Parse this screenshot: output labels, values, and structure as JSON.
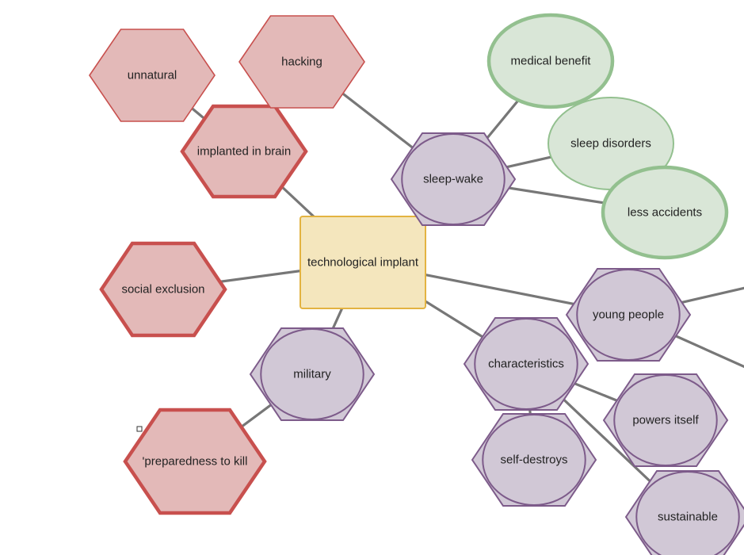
{
  "diagram": {
    "nodes": [
      {
        "id": "center",
        "label": "technological implant",
        "kind": "center"
      },
      {
        "id": "implanted-in-brain",
        "label": "implanted in brain",
        "kind": "negative-bold"
      },
      {
        "id": "unnatural",
        "label": "unnatural",
        "kind": "negative"
      },
      {
        "id": "hacking",
        "label": "hacking",
        "kind": "negative"
      },
      {
        "id": "social-exclusion",
        "label": "social exclusion",
        "kind": "negative-bold"
      },
      {
        "id": "military",
        "label": "military",
        "kind": "neutral"
      },
      {
        "id": "preparedness-to-kill",
        "label": "'preparedness to kill",
        "kind": "negative-bold"
      },
      {
        "id": "sleep-wake",
        "label": "sleep-wake",
        "kind": "neutral"
      },
      {
        "id": "medical-benefit",
        "label": "medical benefit",
        "kind": "positive-bold"
      },
      {
        "id": "sleep-disorders",
        "label": "sleep disorders",
        "kind": "positive"
      },
      {
        "id": "less-accidents",
        "label": "less accidents",
        "kind": "positive-bold"
      },
      {
        "id": "young-people",
        "label": "young people",
        "kind": "neutral"
      },
      {
        "id": "characteristics",
        "label": "characteristics",
        "kind": "neutral"
      },
      {
        "id": "self-destroys",
        "label": "self-destroys",
        "kind": "neutral"
      },
      {
        "id": "powers-itself",
        "label": "powers itself",
        "kind": "neutral"
      },
      {
        "id": "sustainable",
        "label": "sustainable",
        "kind": "neutral"
      }
    ],
    "edges": [
      {
        "from": "center",
        "to": "implanted-in-brain"
      },
      {
        "from": "implanted-in-brain",
        "to": "unnatural"
      },
      {
        "from": "center",
        "to": "social-exclusion"
      },
      {
        "from": "center",
        "to": "military"
      },
      {
        "from": "military",
        "to": "preparedness-to-kill"
      },
      {
        "from": "hacking",
        "to": "sleep-wake"
      },
      {
        "from": "sleep-wake",
        "to": "medical-benefit"
      },
      {
        "from": "sleep-wake",
        "to": "sleep-disorders"
      },
      {
        "from": "sleep-wake",
        "to": "less-accidents"
      },
      {
        "from": "center",
        "to": "young-people"
      },
      {
        "from": "center",
        "to": "characteristics"
      },
      {
        "from": "characteristics",
        "to": "self-destroys"
      },
      {
        "from": "characteristics",
        "to": "powers-itself"
      },
      {
        "from": "characteristics",
        "to": "sustainable"
      },
      {
        "from": "young-people",
        "to": "offscreen-a"
      },
      {
        "from": "young-people",
        "to": "offscreen-b"
      }
    ],
    "styles": {
      "negative": {
        "fill": "#e3b9b8",
        "stroke": "#c8504e"
      },
      "neutral": {
        "fill": "#d1c8d6",
        "stroke": "#7d5b8a"
      },
      "positive": {
        "fill": "#d9e6d7",
        "stroke": "#93c08f"
      },
      "center": {
        "fill": "#f4e6bd",
        "stroke": "#e3b341"
      },
      "edge": "#777777"
    }
  }
}
